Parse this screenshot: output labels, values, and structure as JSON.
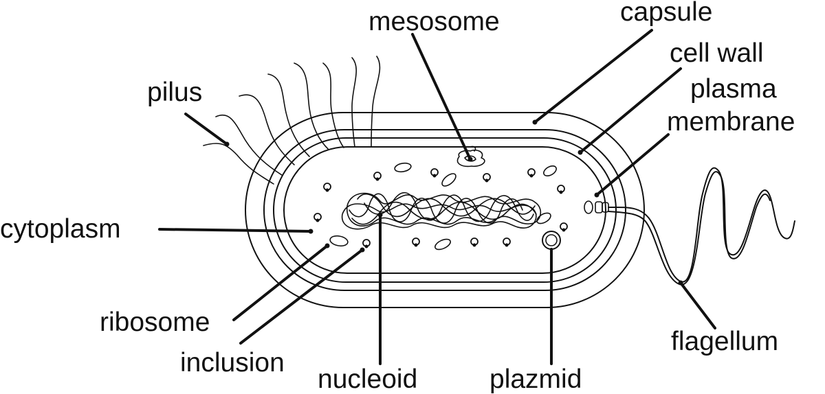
{
  "labels": {
    "mesosome": "mesosome",
    "capsule": "capsule",
    "cell_wall": "cell wall",
    "plasma": "plasma",
    "membrane": "membrane",
    "pilus": "pilus",
    "cytoplasm": "cytoplasm",
    "ribosome": "ribosome",
    "inclusion": "inclusion",
    "nucleoid": "nucleoid",
    "plazmid": "plazmid",
    "flagellum": "flagellum"
  },
  "colors": {
    "ink": "#111111",
    "background": "#ffffff"
  }
}
